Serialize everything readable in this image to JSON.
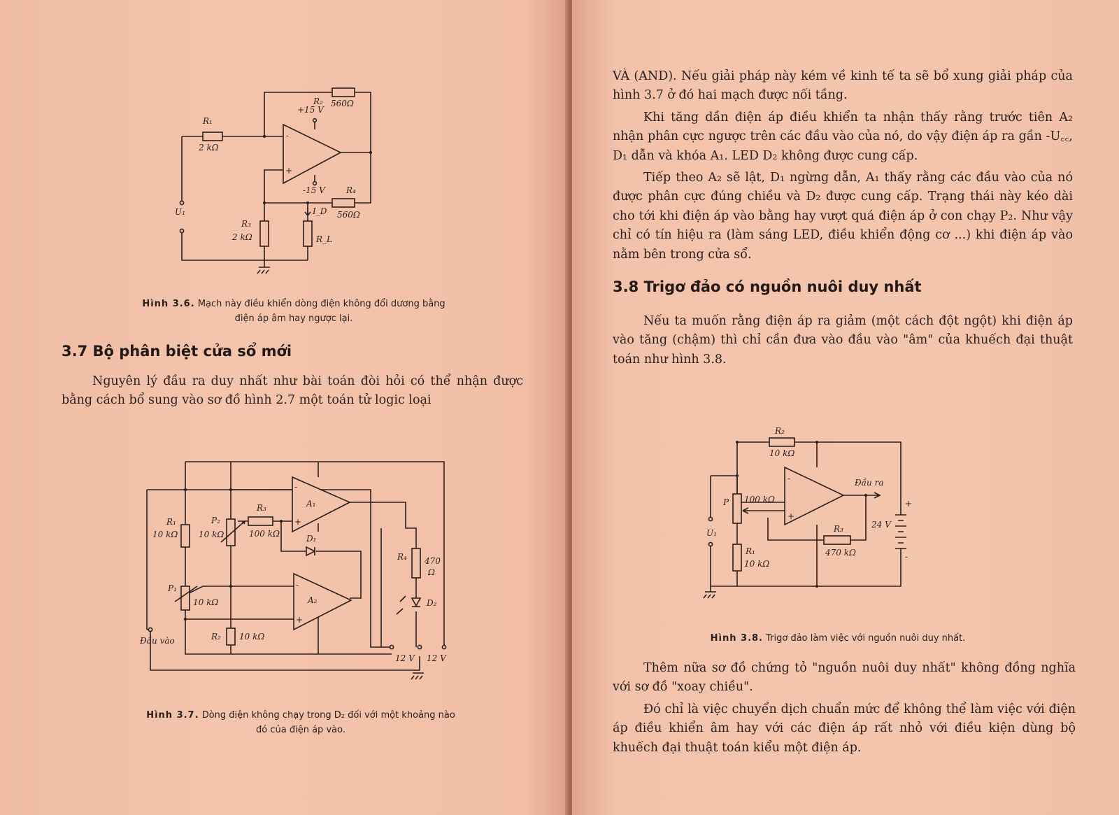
{
  "left_page": {
    "fig36": {
      "labels": {
        "r2": "R₂",
        "r2v": "560Ω",
        "vp": "+15 V",
        "r1": "R₁",
        "r1v": "2 kΩ",
        "vn": "-15 V",
        "r4": "R₄",
        "r4v": "560Ω",
        "id": "I_D",
        "u1": "U₁",
        "r3": "R₃",
        "r3v": "2 kΩ",
        "rl": "R_L",
        "minus": "-",
        "plus": "+"
      },
      "caption_prefix": "Hình 3.6.",
      "caption_line1": "Mạch này điều khiển dòng điện không đổi dương bằng",
      "caption_line2": "điện áp âm hay ngược lại."
    },
    "section37": {
      "heading": "3.7 Bộ phân biệt cửa sổ mới",
      "paragraph": "Nguyên lý đầu ra duy nhất như bài toán đòi hỏi có thể nhận được bằng cách bổ sung vào sơ đồ hình 2.7 một toán tử logic loại"
    },
    "fig37": {
      "labels": {
        "r1": "R₁",
        "r1v": "10 kΩ",
        "p2": "P₂",
        "p2v": "10 kΩ",
        "r3": "R₃",
        "r3v": "100 kΩ",
        "a1": "A₁",
        "d1": "D₁",
        "p1": "P₁",
        "p1v": "10 kΩ",
        "a2": "A₂",
        "r4": "R₄",
        "r4v1": "470",
        "r4v2": "Ω",
        "d2": "D₂",
        "r2": "R₂",
        "r2v": "10 kΩ",
        "dauvao": "Đầu vào",
        "v12a": "12 V",
        "v12b": "12 V",
        "minus": "-",
        "plus": "+"
      },
      "caption_prefix": "Hình 3.7.",
      "caption_line1": "Dòng điện không chạy trong D₂ đối với một khoảng nào",
      "caption_line2": "đó của điện áp vào."
    }
  },
  "right_page": {
    "paragraphs": [
      "VÀ (AND). Nếu giải pháp này kém về kinh tế ta sẽ bổ xung giải pháp của hình 3.7 ở đó hai mạch được nối tầng.",
      "Khi tăng dần điện áp điều khiển ta nhận thấy rằng trước tiên A₂ nhận phân cực ngược trên các đầu vào của nó, do vậy điện áp ra gần -U꜀꜀, D₁ dẫn và khóa A₁. LED D₂ không được cung cấp.",
      "Tiếp theo A₂ sẽ lật, D₁ ngừng dẫn, A₁ thấy rằng các đầu vào của nó được phân cực đúng chiều và D₂ được cung cấp. Trạng thái này kéo dài cho tới khi điện áp vào bằng hay vượt quá điện áp ở con chạy P₂. Như vậy chỉ có tín hiệu ra (làm sáng LED, điều khiển động cơ ...) khi điện áp vào nằm bên trong cửa sổ."
    ],
    "section38": {
      "heading": "3.8 Trigơ đảo có nguồn nuôi duy nhất",
      "paragraph": "Nếu ta muốn rằng điện áp ra giảm (một cách đột ngột) khi điện áp vào tăng (chậm) thì chỉ cần đưa vào đầu vào \"âm\" của khuếch đại thuật toán như hình 3.8."
    },
    "fig38": {
      "labels": {
        "r2": "R₂",
        "r2v": "10 kΩ",
        "p": "P",
        "pv": "100 kΩ",
        "daura": "Đầu ra",
        "u1": "U₁",
        "r1": "R₁",
        "r1v": "10 kΩ",
        "r3": "R₃",
        "r3v": "470 kΩ",
        "v24": "24 V",
        "minus": "-",
        "plus": "+"
      },
      "caption_prefix": "Hình 3.8.",
      "caption_text": "Trigơ đảo làm việc với nguồn nuôi duy nhất."
    },
    "closing_paragraphs": [
      "Thêm nữa sơ đồ chứng tỏ \"nguồn nuôi duy nhất\" không đồng nghĩa với sơ đồ \"xoay chiều\".",
      "Đó chỉ là việc chuyển dịch chuẩn mức để không thể làm việc với điện áp điều khiển âm hay với các điện áp rất nhỏ với điều kiện dùng bộ khuếch đại thuật toán kiểu một điện áp."
    ]
  }
}
